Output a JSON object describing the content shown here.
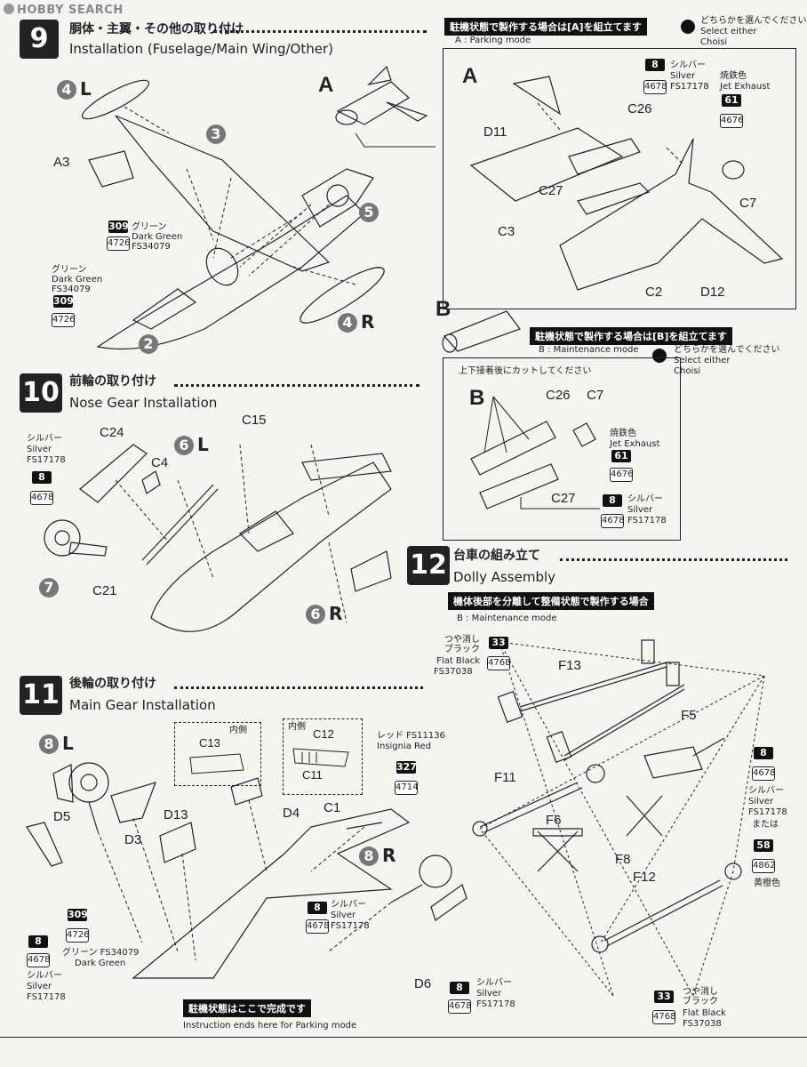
{
  "watermark": "HOBBY SEARCH",
  "step9": {
    "num": "9",
    "title_jp": "胴体・主翼・その他の取り付け",
    "title_en": "Installation (Fuselage/Main Wing/Other)",
    "labels": [
      "A",
      "A3",
      "3",
      "4",
      "L",
      "5",
      "2",
      "4",
      "R"
    ],
    "paints": [
      {
        "num": "309",
        "code": "4726",
        "text": "グリーン\nDark Green\nFS34079"
      },
      {
        "num": "309",
        "code": "4726",
        "text": "グリーン\nDark Green\nFS34079"
      }
    ]
  },
  "optA": {
    "header_jp": "駐機状態で製作する場合は[A]を組立てます",
    "header_en": "A : Parking mode",
    "choose_jp": "どちらかを選んでください",
    "choose_en1": "Select either",
    "choose_en2": "Choisi",
    "letter": "A",
    "parts": [
      "D11",
      "C26",
      "C27",
      "C3",
      "C2",
      "C7",
      "D12"
    ],
    "paint1": {
      "num": "8",
      "code": "4678",
      "jp": "シルバー",
      "en": "Silver",
      "fs": "FS17178"
    },
    "paint2": {
      "num": "61",
      "code": "4676",
      "jp": "焼鉄色",
      "en": "Jet Exhaust"
    }
  },
  "optB": {
    "letter_top": "B",
    "header_jp": "駐機状態で製作する場合は[B]を組立てます",
    "header_en": "B : Maintenance mode",
    "choose_jp": "どちらかを選んでください",
    "choose_en1": "Select either",
    "choose_en2": "Choisi",
    "note_jp": "上下接着後にカットしてください",
    "letter": "B",
    "parts": [
      "C26",
      "C7",
      "C27"
    ],
    "paint1": {
      "num": "61",
      "code": "4676",
      "jp": "焼鉄色",
      "en": "Jet Exhaust"
    },
    "paint2": {
      "num": "8",
      "code": "4678",
      "jp": "シルバー",
      "en": "Silver",
      "fs": "FS17178"
    }
  },
  "step10": {
    "num": "10",
    "title_jp": "前輪の取り付け",
    "title_en": "Nose Gear Installation",
    "parts": [
      "C24",
      "C4",
      "C15",
      "C21"
    ],
    "circles": [
      "6",
      "L",
      "7",
      "6",
      "R"
    ],
    "paint": {
      "num": "8",
      "code": "4678",
      "jp": "シルバー",
      "en": "Silver",
      "fs": "FS17178"
    }
  },
  "step11": {
    "num": "11",
    "title_jp": "後輪の取り付け",
    "title_en": "Main Gear Installation",
    "parts": [
      "D5",
      "D3",
      "D13",
      "D4",
      "C1",
      "D6",
      "C13",
      "C12",
      "C11"
    ],
    "circles": [
      "8",
      "L",
      "8",
      "R"
    ],
    "inner": "内側",
    "inner2": "内側",
    "red_paint": {
      "num": "327",
      "code": "4714",
      "jp": "レッド FS11136",
      "en": "Insignia Red"
    },
    "paint_green": {
      "num": "309",
      "code": "4726",
      "jp": "グリーン FS34079",
      "en": "Dark Green"
    },
    "paint_silver_left": {
      "num": "8",
      "code": "4678",
      "jp": "シルバー",
      "en": "Silver",
      "fs": "FS17178"
    },
    "paint_silver_mid": {
      "num": "8",
      "code": "4678",
      "jp": "シルバー",
      "en": "Silver",
      "fs": "FS17178"
    },
    "paint_silver_d6": {
      "num": "8",
      "code": "4678",
      "jp": "シルバー",
      "en": "Silver",
      "fs": "FS17178"
    },
    "end_jp": "駐機状態はここで完成です",
    "end_en": "Instruction ends here for Parking mode"
  },
  "step12": {
    "num": "12",
    "title_jp": "台車の組み立て",
    "title_en": "Dolly Assembly",
    "header_jp": "機体後部を分離して整備状態で製作する場合",
    "header_en": "B : Maintenance mode",
    "parts": [
      "F13",
      "F5",
      "F11",
      "F6",
      "F8",
      "F12"
    ],
    "paint_flat_top": {
      "num": "33",
      "code": "4768",
      "jp": "つや消し\nブラック",
      "en": "Flat Black",
      "fs": "FS37038"
    },
    "paint_silver": {
      "num": "8",
      "code": "4678",
      "jp": "シルバー",
      "en": "Silver",
      "fs": "FS17178",
      "or": "または"
    },
    "paint_orange": {
      "num": "58",
      "code": "4862",
      "jp": "黄橙色"
    },
    "paint_flat_bottom": {
      "num": "33",
      "code": "4768",
      "jp": "つや消し\nブラック",
      "en": "Flat Black",
      "fs": "FS37038"
    }
  }
}
